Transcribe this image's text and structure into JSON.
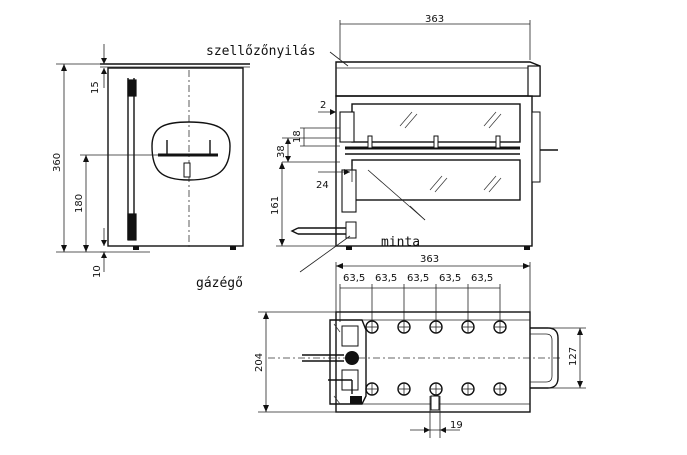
{
  "labels": {
    "vent": "szellőzőnyilás",
    "sample": "minta",
    "burner": "gázégő"
  },
  "dimensions": {
    "d15": "15",
    "d360": "360",
    "d180": "180",
    "d10": "10",
    "d2": "2",
    "d18": "18",
    "d38": "38",
    "d24": "24",
    "d161": "161",
    "d363": "363",
    "spacing": [
      "63,5",
      "63,5",
      "63,5",
      "63,5",
      "63,5"
    ],
    "d204": "204",
    "d127": "127",
    "d19": "19"
  }
}
